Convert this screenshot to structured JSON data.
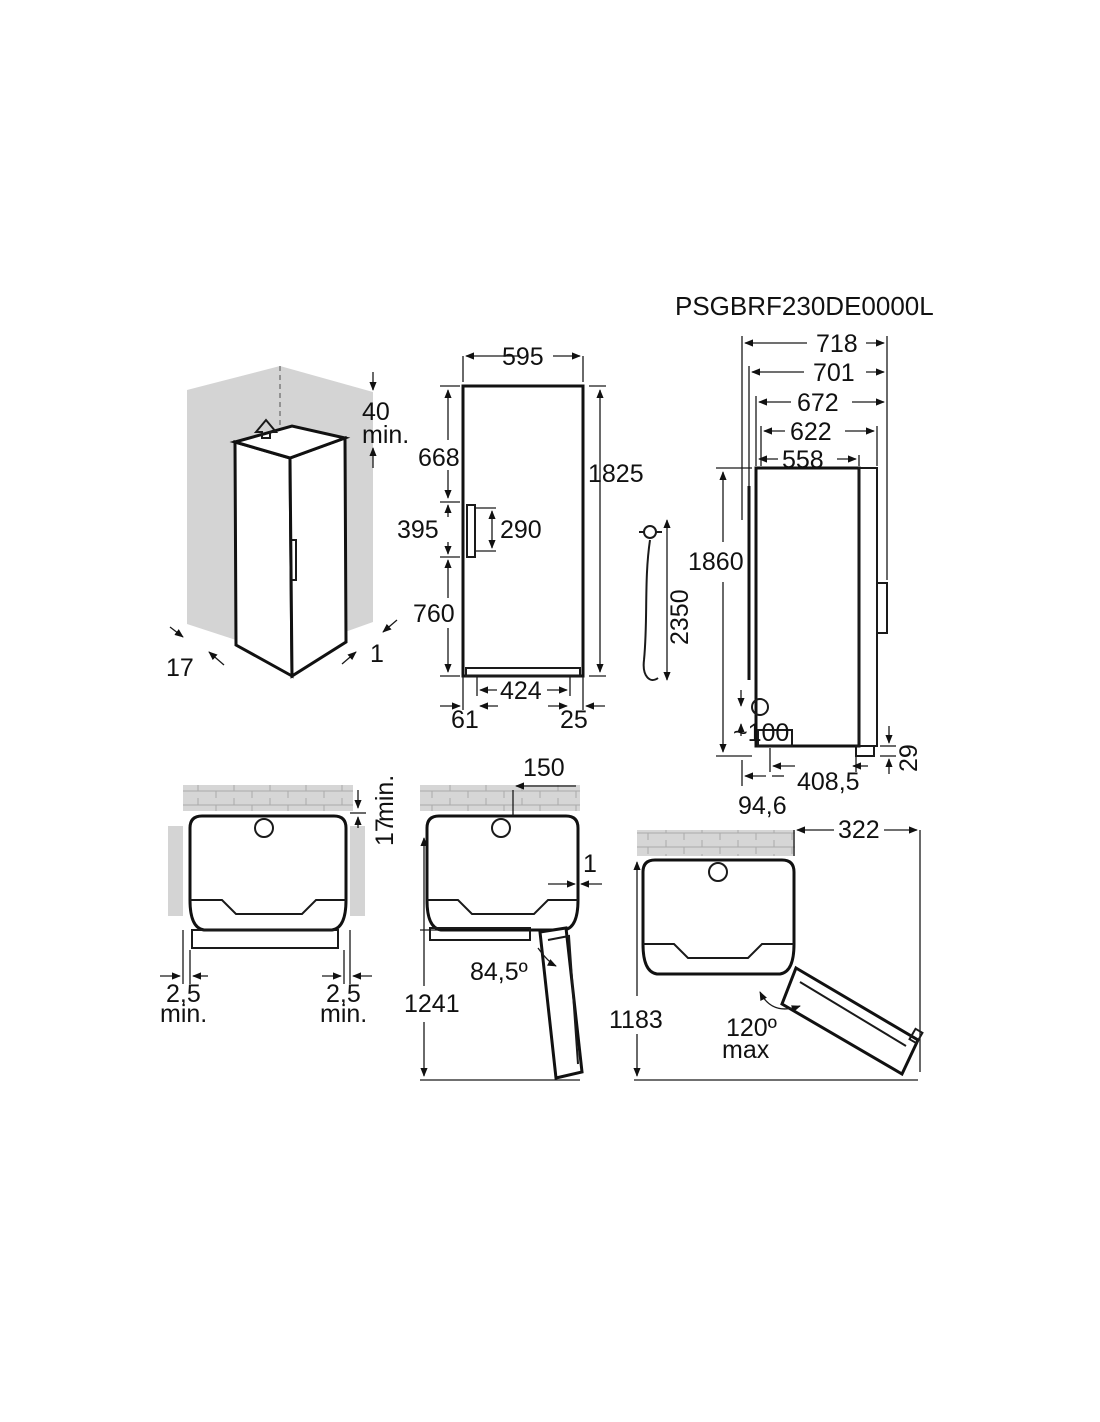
{
  "model": "PSGBRF230DE0000L",
  "perspective": {
    "top_clearance": "40",
    "top_clearance_unit": "min.",
    "side_left": "17",
    "side_right": "1"
  },
  "front": {
    "width": "595",
    "height": "1825",
    "upper": "668",
    "handle_zone": "395",
    "handle_length": "290",
    "lower": "760",
    "foot_spacing": "424",
    "foot_left": "61",
    "foot_right": "25",
    "cable_length": "2350"
  },
  "side": {
    "d718": "718",
    "d701": "701",
    "d672": "672",
    "d622": "622",
    "d558": "558",
    "height": "1860",
    "plug_height": "~100",
    "foot_depth": "408,5",
    "foot_offset": "94,6",
    "foot_height": "29"
  },
  "plan1": {
    "back_gap": "17",
    "back_gap_unit": "min.",
    "left_gap": "2,5",
    "left_gap_unit": "min.",
    "right_gap": "2,5",
    "right_gap_unit": "min."
  },
  "plan2": {
    "wall_offset": "150",
    "side_gap": "1",
    "angle": "84,5º",
    "depth": "1241"
  },
  "plan3": {
    "door_width": "322",
    "angle": "120º",
    "angle_note": "max",
    "depth": "1183"
  }
}
